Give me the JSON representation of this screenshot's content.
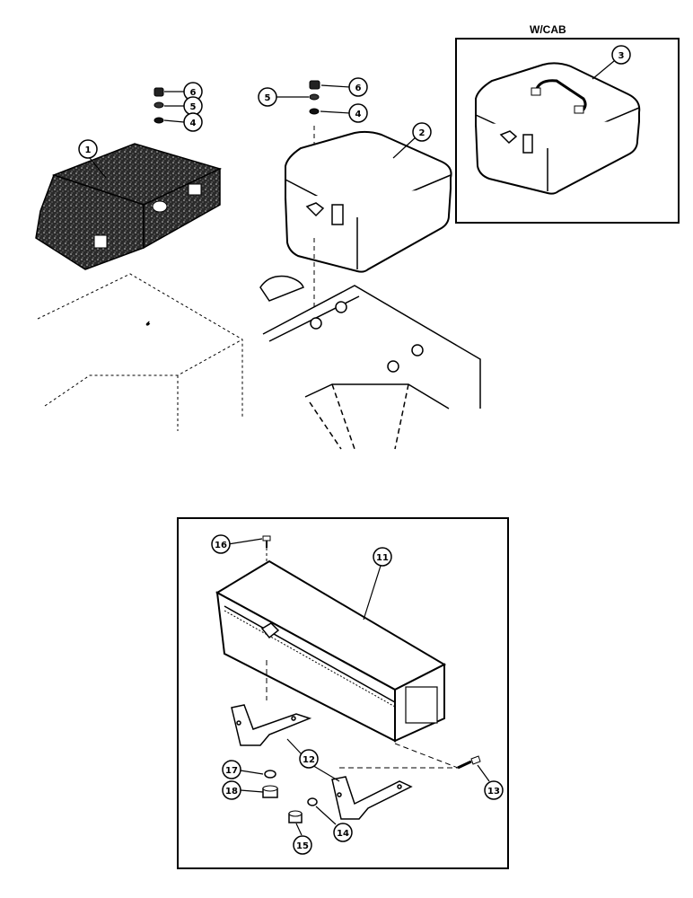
{
  "diagram": {
    "inset_title": "W/CAB",
    "callouts": {
      "toolbox_textured": "1",
      "toolbox_smooth": "2",
      "toolbox_handle": "3",
      "lockwasher_a": "4",
      "washer_a": "5",
      "nut_a": "6",
      "lockwasher_b": "4",
      "washer_b": "5",
      "nut_b": "6",
      "long_toolbox": "11",
      "bracket": "12",
      "bolt_side": "13",
      "washer_lower": "14",
      "nut_lower": "15",
      "bolt_top": "16",
      "washer_left": "17",
      "nut_left": "18"
    }
  }
}
